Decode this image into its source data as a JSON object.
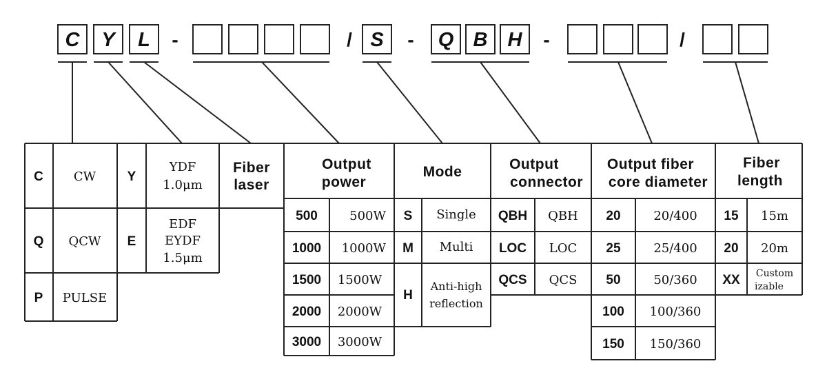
{
  "model_code": {
    "segments": [
      {
        "type": "boxes",
        "letters": [
          "C",
          "Y",
          "L"
        ]
      },
      {
        "type": "sep",
        "text": "-"
      },
      {
        "type": "boxes",
        "letters": [
          "",
          "",
          "",
          ""
        ]
      },
      {
        "type": "sep",
        "text": "/"
      },
      {
        "type": "boxes",
        "letters": [
          "S"
        ]
      },
      {
        "type": "sep",
        "text": "-"
      },
      {
        "type": "boxes",
        "letters": [
          "Q",
          "B",
          "H"
        ]
      },
      {
        "type": "sep",
        "text": "-"
      },
      {
        "type": "boxes",
        "letters": [
          "",
          "",
          ""
        ]
      },
      {
        "type": "sep",
        "text": "/"
      },
      {
        "type": "boxes",
        "letters": [
          "",
          ""
        ]
      }
    ]
  },
  "tables": {
    "laser_type": {
      "rows": [
        {
          "code": "C",
          "value": "CW"
        },
        {
          "code": "Q",
          "value": "QCW"
        },
        {
          "code": "P",
          "value": "PULSE"
        }
      ]
    },
    "fiber_type": {
      "rows": [
        {
          "code": "Y",
          "value_lines": [
            "YDF",
            "1.0μm"
          ]
        },
        {
          "code": "E",
          "value_lines": [
            "EDF",
            "EYDF",
            "1.5μm"
          ]
        }
      ]
    },
    "fiber_laser": {
      "header": [
        "Fiber",
        "laser"
      ]
    },
    "output_power": {
      "header": [
        "Output",
        "power"
      ],
      "rows": [
        {
          "code": "500",
          "value": "500W"
        },
        {
          "code": "1000",
          "value": "1000W"
        },
        {
          "code": "1500",
          "value": "1500W"
        },
        {
          "code": "2000",
          "value": "2000W"
        },
        {
          "code": "3000",
          "value": "3000W"
        }
      ]
    },
    "mode": {
      "header": [
        "Mode"
      ],
      "rows": [
        {
          "code": "S",
          "value_lines": [
            "Single"
          ]
        },
        {
          "code": "M",
          "value_lines": [
            "Multi"
          ]
        },
        {
          "code": "H",
          "value_lines": [
            "Anti-high",
            "reflection"
          ]
        }
      ]
    },
    "output_connector": {
      "header": [
        "Output",
        "connector"
      ],
      "rows": [
        {
          "code": "QBH",
          "value": "QBH"
        },
        {
          "code": "LOC",
          "value": "LOC"
        },
        {
          "code": "QCS",
          "value": "QCS"
        }
      ]
    },
    "core_diameter": {
      "header": [
        "Output fiber",
        "core diameter"
      ],
      "rows": [
        {
          "code": "20",
          "value": "20/400"
        },
        {
          "code": "25",
          "value": "25/400"
        },
        {
          "code": "50",
          "value": "50/360"
        },
        {
          "code": "100",
          "value": "100/360"
        },
        {
          "code": "150",
          "value": "150/360"
        }
      ]
    },
    "fiber_length": {
      "header": [
        "Fiber",
        "length"
      ],
      "rows": [
        {
          "code": "15",
          "value_lines": [
            "15m"
          ]
        },
        {
          "code": "20",
          "value_lines": [
            "20m"
          ]
        },
        {
          "code": "XX",
          "value_lines": [
            "Custom",
            "izable"
          ]
        }
      ]
    }
  }
}
